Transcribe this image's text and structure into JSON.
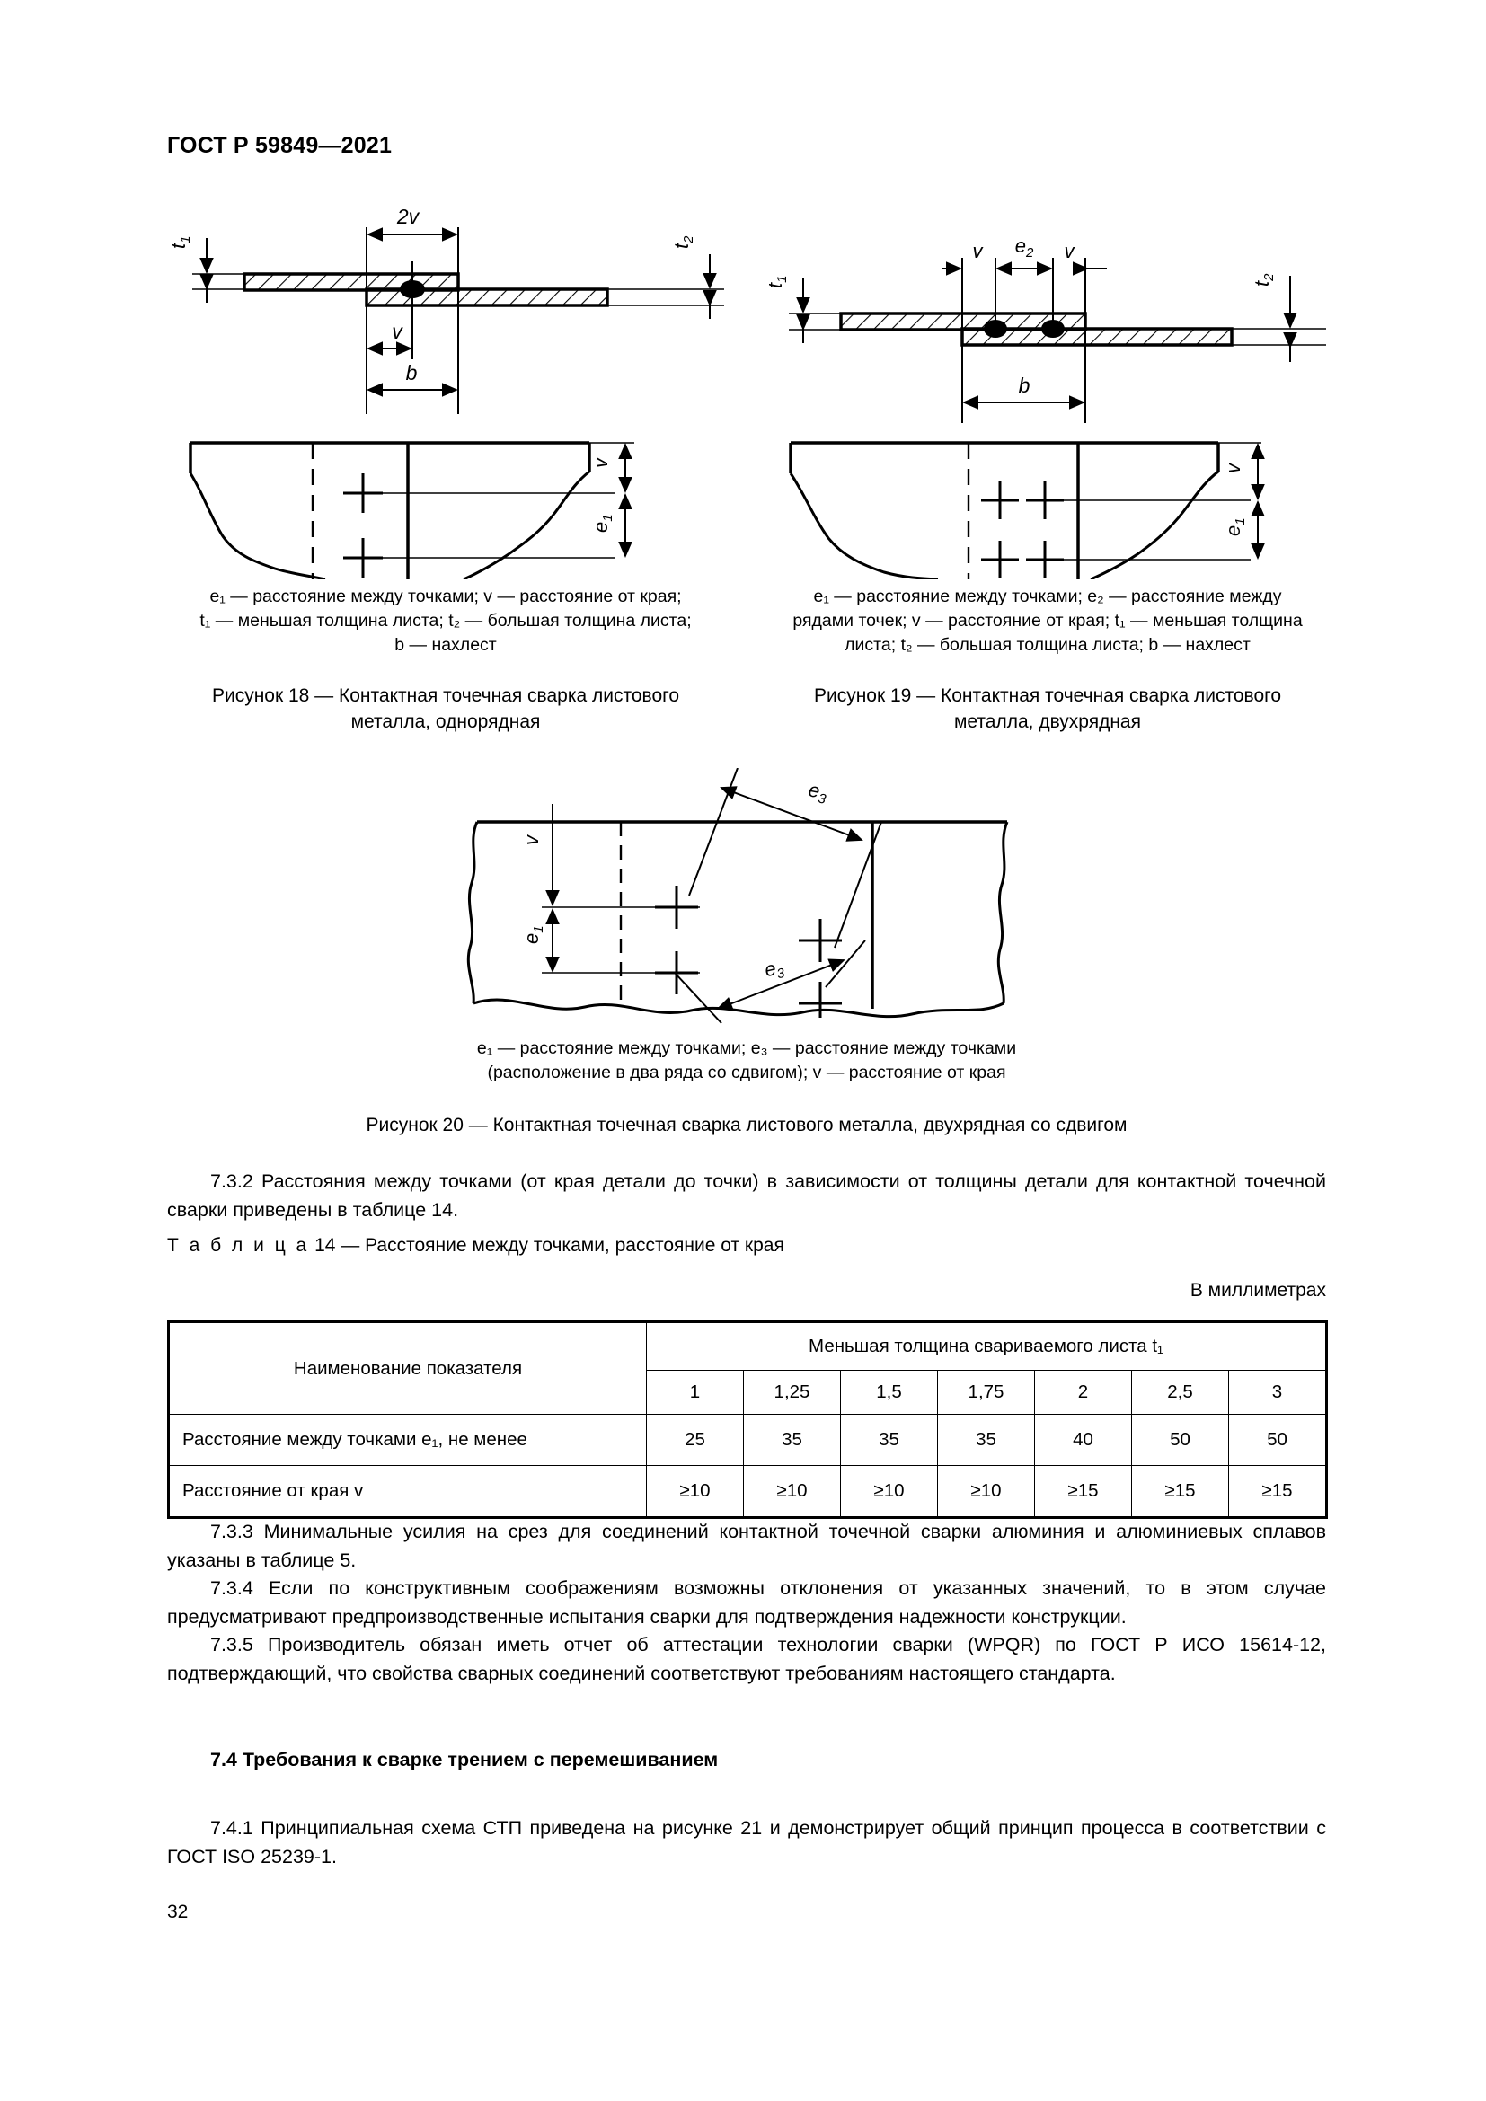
{
  "header": {
    "standard_number": "ГОСТ Р 59849—2021"
  },
  "figures": [
    {
      "id": "fig18",
      "labels": {
        "two_v": "2v",
        "v": "v",
        "b": "b",
        "t1": "t",
        "t1_sub": "1",
        "t2": "t",
        "t2_sub": "2",
        "e1": "e",
        "e1_sub": "1",
        "v_plan": "v"
      },
      "legend_lines": [
        "e₁ — расстояние между точками; v — расстояние от края;",
        "t₁ — меньшая толщина листа; t₂ — большая толщина листа;",
        "b — нахлест"
      ],
      "title_lines": [
        "Рисунок 18 — Контактная точечная сварка листового",
        "металла, однорядная"
      ]
    },
    {
      "id": "fig19",
      "labels": {
        "v_left": "v",
        "e2": "e",
        "e2_sub": "2",
        "v_right": "v",
        "b": "b",
        "t1": "t",
        "t1_sub": "1",
        "t2": "t",
        "t2_sub": "2",
        "e1": "e",
        "e1_sub": "1",
        "v_plan": "v"
      },
      "legend_lines": [
        "e₁ — расстояние между точками; e₂ — расстояние между",
        "рядами точек; v — расстояние от края; t₁ — меньшая толщина",
        "листа; t₂ — большая толщина листа; b — нахлест"
      ],
      "title_lines": [
        "Рисунок 19 — Контактная точечная сварка листового",
        "металла, двухрядная"
      ]
    }
  ],
  "figure20": {
    "labels": {
      "e3_top": "e",
      "e3_top_sub": "3",
      "e3_bottom": "e",
      "e3_bottom_sub": "3",
      "e1": "e",
      "e1_sub": "1",
      "v": "v"
    },
    "legend_lines": [
      "e₁ — расстояние между точками; e₃ — расстояние между точками",
      "(расположение в два ряда со сдвигом); v — расстояние от края"
    ],
    "title": "Рисунок 20 — Контактная точечная сварка листового металла, двухрядная со сдвигом"
  },
  "paragraphs": {
    "p732": "7.3.2  Расстояния между точками (от края детали до точки) в зависимости от толщины детали для контактной точечной сварки приведены в таблице 14.",
    "p733": "7.3.3  Минимальные усилия на срез для соединений контактной точечной сварки алюминия и алюминиевых сплавов указаны в таблице 5.",
    "p734": "7.3.4  Если по конструктивным соображениям возможны отклонения от указанных значений, то в этом случае предусматривают предпроизводственные испытания сварки для подтверждения надежности конструкции.",
    "p735": "7.3.5 Производитель обязан иметь отчет об аттестации технологии сварки (WPQR) по ГОСТ Р ИСО 15614-12, подтверждающий, что свойства сварных соединений соответствуют требованиям настоящего стандарта.",
    "section74_label": "7.4  Требования к сварке трением с перемешиванием",
    "p741": "7.4.1  Принципиальная схема СТП приведена на рисунке 21 и демонстрирует общий принцип процесса в соответствии с ГОСТ ISO 25239-1."
  },
  "table14": {
    "caption_prefix": "Т а б л и ц а",
    "caption_number": "14",
    "caption_text": "— Расстояние между точками, расстояние от края",
    "units_note": "В  миллиметрах",
    "col_header_name": "Наименование показателя",
    "group_header": "Меньшая толщина свариваемого листа t₁",
    "thickness_columns": [
      "1",
      "1,25",
      "1,5",
      "1,75",
      "2",
      "2,5",
      "3"
    ],
    "rows": [
      {
        "label": "Расстояние между точками e₁, не менее",
        "values": [
          "25",
          "35",
          "35",
          "35",
          "40",
          "50",
          "50"
        ]
      },
      {
        "label": "Расстояние от края v",
        "values": [
          "≥10",
          "≥10",
          "≥10",
          "≥10",
          "≥15",
          "≥15",
          "≥15"
        ]
      }
    ]
  },
  "footer": {
    "page_number": "32"
  },
  "colors": {
    "ink": "#000000",
    "paper": "#ffffff"
  }
}
